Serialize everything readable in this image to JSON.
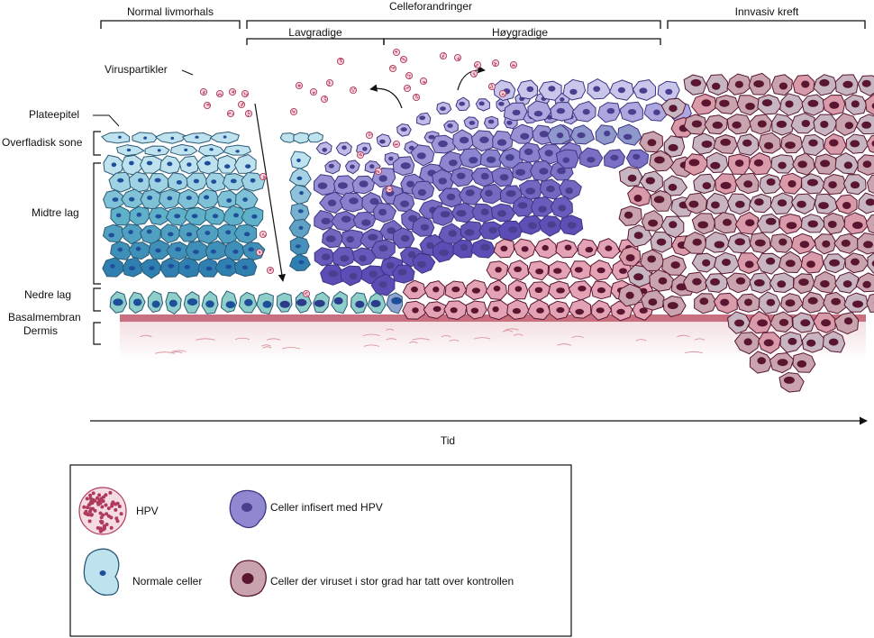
{
  "stages": {
    "normal": "Normal livmorhals",
    "changes": "Celleforandringer",
    "low_grade": "Lavgradige",
    "high_grade": "Høygradige",
    "invasive": "Innvasiv kreft"
  },
  "labels": {
    "virus_particles": "Viruspartikler",
    "squamous": "Plateepitel",
    "superficial": "Overfladisk sone",
    "middle": "Midtre lag",
    "lower": "Nedre lag",
    "basement": "Basalmembran",
    "dermis": "Dermis"
  },
  "time_axis": "Tid",
  "legend": {
    "hpv": "HPV",
    "normal_cells": "Normale celler",
    "infected_cells": "Celler infisert med HPV",
    "taken_over_cells": "Celler der viruset i stor grad har tatt over kontrollen"
  },
  "colors": {
    "normal_light": "#bfe2ef",
    "normal_mid": "#5fb1c9",
    "normal_dark": "#2f7fb0",
    "basal": "#8fcfca",
    "infected_light": "#c9c6ec",
    "infected_mid": "#8f88d0",
    "infected_dark": "#5b4db5",
    "cancer": "#c9a3ad",
    "cancer_pink": "#e3a3b5",
    "nucleus_normal": "#1f4f9a",
    "nucleus_infected": "#4a3f8f",
    "nucleus_cancer": "#5a1630",
    "hpv": "#b03a5c",
    "membrane": "#c8707f",
    "dermis": "#f6e6e8"
  }
}
